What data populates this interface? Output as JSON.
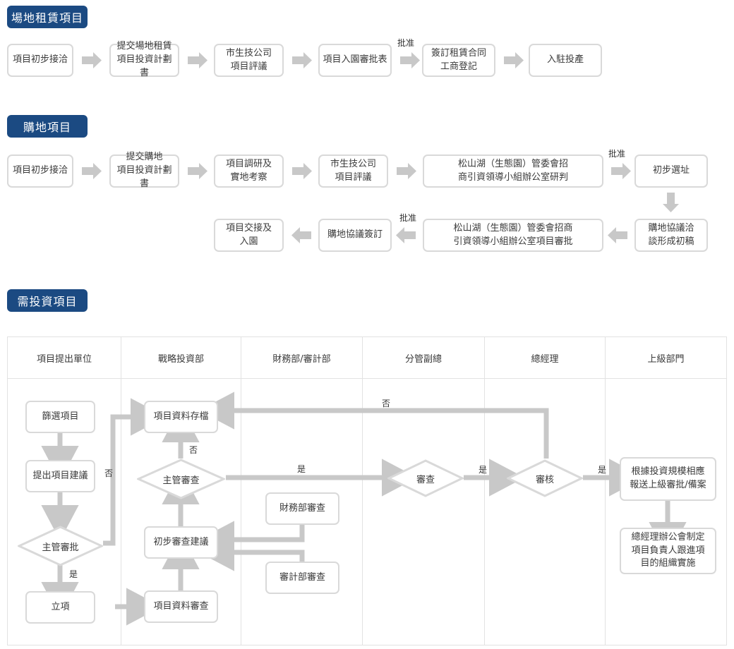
{
  "colors": {
    "badge_bg": "#1b4a82",
    "badge_text": "#ffffff",
    "box_border": "#d9d9d9",
    "box_bg": "#ffffff",
    "text": "#3a3a3a",
    "connector": "#c8c8c8",
    "lane_border": "#e2e2e2"
  },
  "sections": [
    {
      "id": "site-lease",
      "badge": "場地租賃項目",
      "steps": [
        {
          "lines": [
            "項目初步接洽"
          ]
        },
        {
          "lines": [
            "提交場地租賃",
            "項目投資計劃書"
          ]
        },
        {
          "lines": [
            "市生技公司",
            "項目評議"
          ]
        },
        {
          "lines": [
            "項目入園審批表"
          ]
        },
        {
          "lines": [
            "簽訂租賃合同",
            "工商登記"
          ]
        },
        {
          "lines": [
            "入駐投產"
          ]
        }
      ],
      "connector_labels": [
        {
          "after_step": 4,
          "text": "批准"
        }
      ]
    },
    {
      "id": "land-purchase",
      "badge": "購地項目",
      "steps_row1": [
        {
          "lines": [
            "項目初步接洽"
          ]
        },
        {
          "lines": [
            "提交購地",
            "項目投資計劃書"
          ]
        },
        {
          "lines": [
            "項目調研及",
            "實地考察"
          ]
        },
        {
          "lines": [
            "市生技公司",
            "項目評議"
          ]
        },
        {
          "lines": [
            "松山湖（生態園）管委會招",
            "商引資領導小組辦公室研判"
          ]
        },
        {
          "lines": [
            "初步選址"
          ]
        }
      ],
      "steps_row2": [
        {
          "lines": [
            "項目交接及",
            "入園"
          ]
        },
        {
          "lines": [
            "購地協議簽訂"
          ]
        },
        {
          "lines": [
            "松山湖（生態園）管委會招商",
            "引資領導小組辦公室項目審批"
          ]
        },
        {
          "lines": [
            "購地協議洽",
            "談形成初稿"
          ]
        }
      ],
      "connector_labels": [
        {
          "id": "row1-approve",
          "text": "批准"
        },
        {
          "id": "row2-approve",
          "text": "批准"
        }
      ]
    },
    {
      "id": "investment-needed",
      "badge": "需投資項目",
      "lanes": [
        {
          "title": "項目提出單位"
        },
        {
          "title": "戰略投資部"
        },
        {
          "title": "財務部/審計部"
        },
        {
          "title": "分管副總"
        },
        {
          "title": "總經理"
        },
        {
          "title": "上級部門"
        }
      ],
      "nodes": [
        {
          "id": "n-screen",
          "lane": 0,
          "shape": "box",
          "lines": [
            "篩選項目"
          ]
        },
        {
          "id": "n-propose",
          "lane": 0,
          "shape": "box",
          "lines": [
            "提出項目建議"
          ]
        },
        {
          "id": "n-mgr-approve",
          "lane": 0,
          "shape": "diamond",
          "lines": [
            "主管審批"
          ]
        },
        {
          "id": "n-establish",
          "lane": 0,
          "shape": "box",
          "lines": [
            "立項"
          ]
        },
        {
          "id": "n-archive",
          "lane": 1,
          "shape": "box",
          "lines": [
            "項目資料存檔"
          ]
        },
        {
          "id": "n-mgr-review",
          "lane": 1,
          "shape": "diamond",
          "lines": [
            "主管審查"
          ]
        },
        {
          "id": "n-prelim-advice",
          "lane": 1,
          "shape": "box",
          "lines": [
            "初步審查建議"
          ]
        },
        {
          "id": "n-doc-review",
          "lane": 1,
          "shape": "box",
          "lines": [
            "項目資料審查"
          ]
        },
        {
          "id": "n-finance",
          "lane": 2,
          "shape": "box",
          "lines": [
            "財務部審查"
          ]
        },
        {
          "id": "n-audit",
          "lane": 2,
          "shape": "box",
          "lines": [
            "審計部審查"
          ]
        },
        {
          "id": "n-examine",
          "lane": 3,
          "shape": "diamond",
          "lines": [
            "審查"
          ]
        },
        {
          "id": "n-verify",
          "lane": 4,
          "shape": "diamond",
          "lines": [
            "審核"
          ]
        },
        {
          "id": "n-report-up",
          "lane": 5,
          "shape": "box",
          "lines": [
            "根據投資規模相應",
            "報送上級審批/備案"
          ]
        },
        {
          "id": "n-gm-office",
          "lane": 5,
          "shape": "box",
          "lines": [
            "總經理辦公會制定",
            "項目負責人跟進項",
            "目的組織實施"
          ]
        }
      ],
      "edge_labels": [
        {
          "id": "e-no-left",
          "text": "否"
        },
        {
          "id": "e-no-review",
          "text": "否"
        },
        {
          "id": "e-yes-left",
          "text": "是"
        },
        {
          "id": "e-yes-mid",
          "text": "是"
        },
        {
          "id": "e-yes-examine",
          "text": "是"
        },
        {
          "id": "e-yes-verify",
          "text": "是"
        },
        {
          "id": "e-no-top",
          "text": "否"
        }
      ]
    }
  ]
}
